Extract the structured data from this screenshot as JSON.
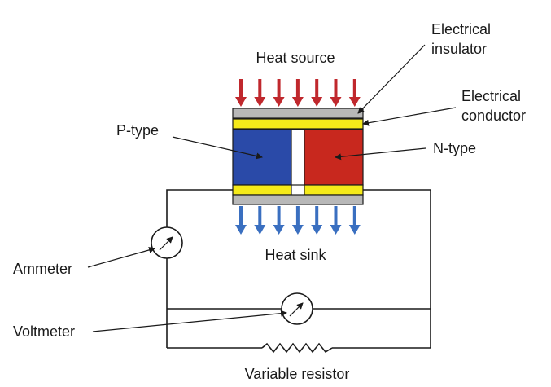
{
  "labels": {
    "heat_source": "Heat source",
    "electrical_insulator_line1": "Electrical",
    "electrical_insulator_line2": "insulator",
    "electrical_conductor_line1": "Electrical",
    "electrical_conductor_line2": "conductor",
    "p_type": "P-type",
    "n_type": "N-type",
    "heat_sink": "Heat sink",
    "ammeter": "Ammeter",
    "voltmeter": "Voltmeter",
    "variable_resistor": "Variable resistor"
  },
  "colors": {
    "heat_source_arrows": "#c0282d",
    "heat_sink_arrows": "#3a6fc0",
    "insulator": "#b8b8b8",
    "conductor": "#f5ea1a",
    "p_type": "#2a4aa8",
    "n_type": "#c8281e",
    "wire": "#1a1a1a"
  },
  "arrow_counts": {
    "heat_source": 7,
    "heat_sink": 7
  }
}
